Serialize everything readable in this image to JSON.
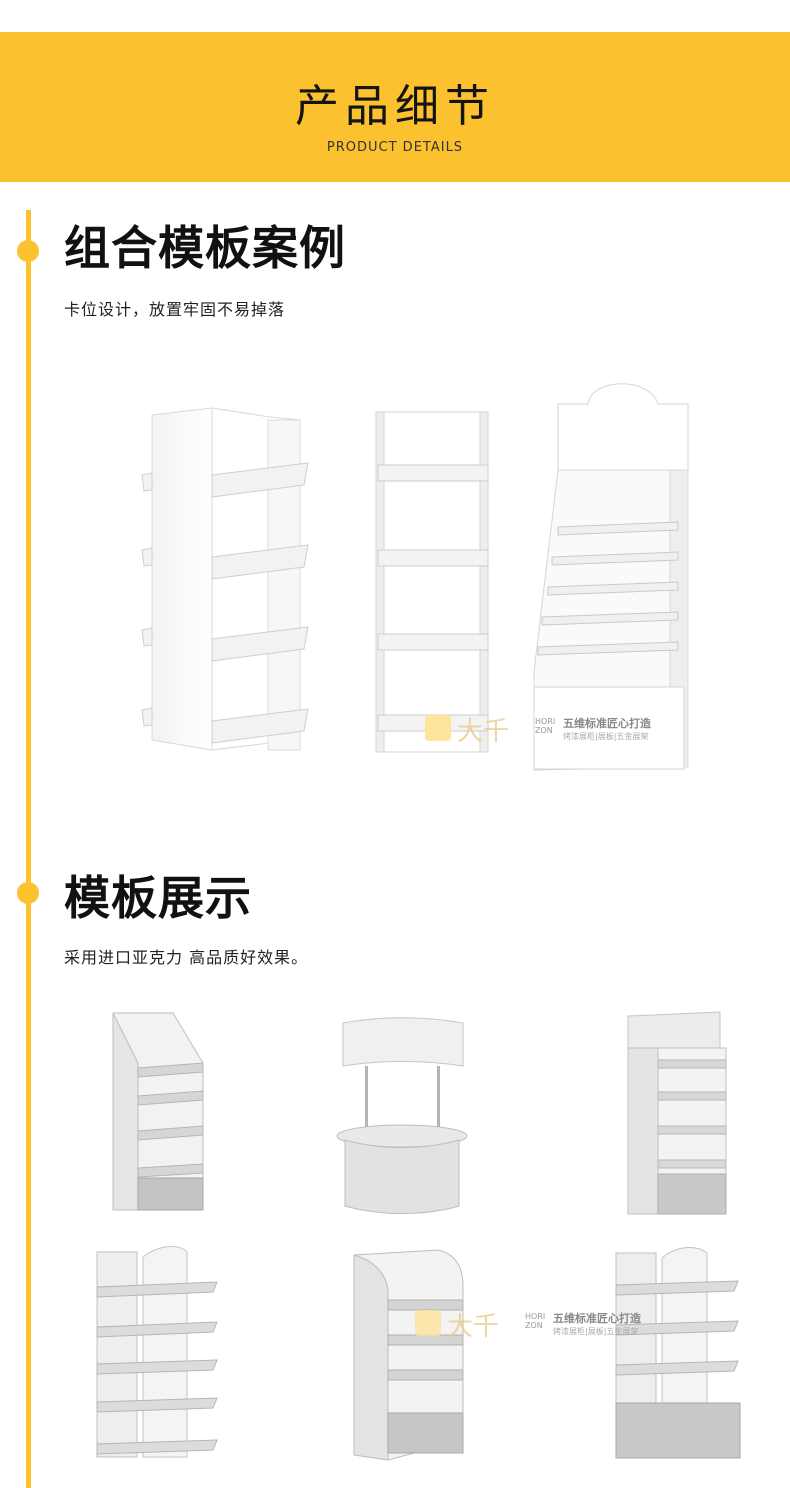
{
  "banner": {
    "title": "产品细节",
    "subtitle": "PRODUCT DETAILS",
    "color": "#fbc12e"
  },
  "sections": [
    {
      "title": "组合模板案例",
      "description": "卡位设计，放置牢固不易掉落"
    },
    {
      "title": "模板展示",
      "description": "采用进口亚克力 高品质好效果。"
    }
  ],
  "watermark": {
    "logo_text": "大千",
    "brand": "HORI ZON",
    "slogan": "五维标准匠心打造",
    "tagline": "烤漆展柜|展板|五金展架"
  }
}
